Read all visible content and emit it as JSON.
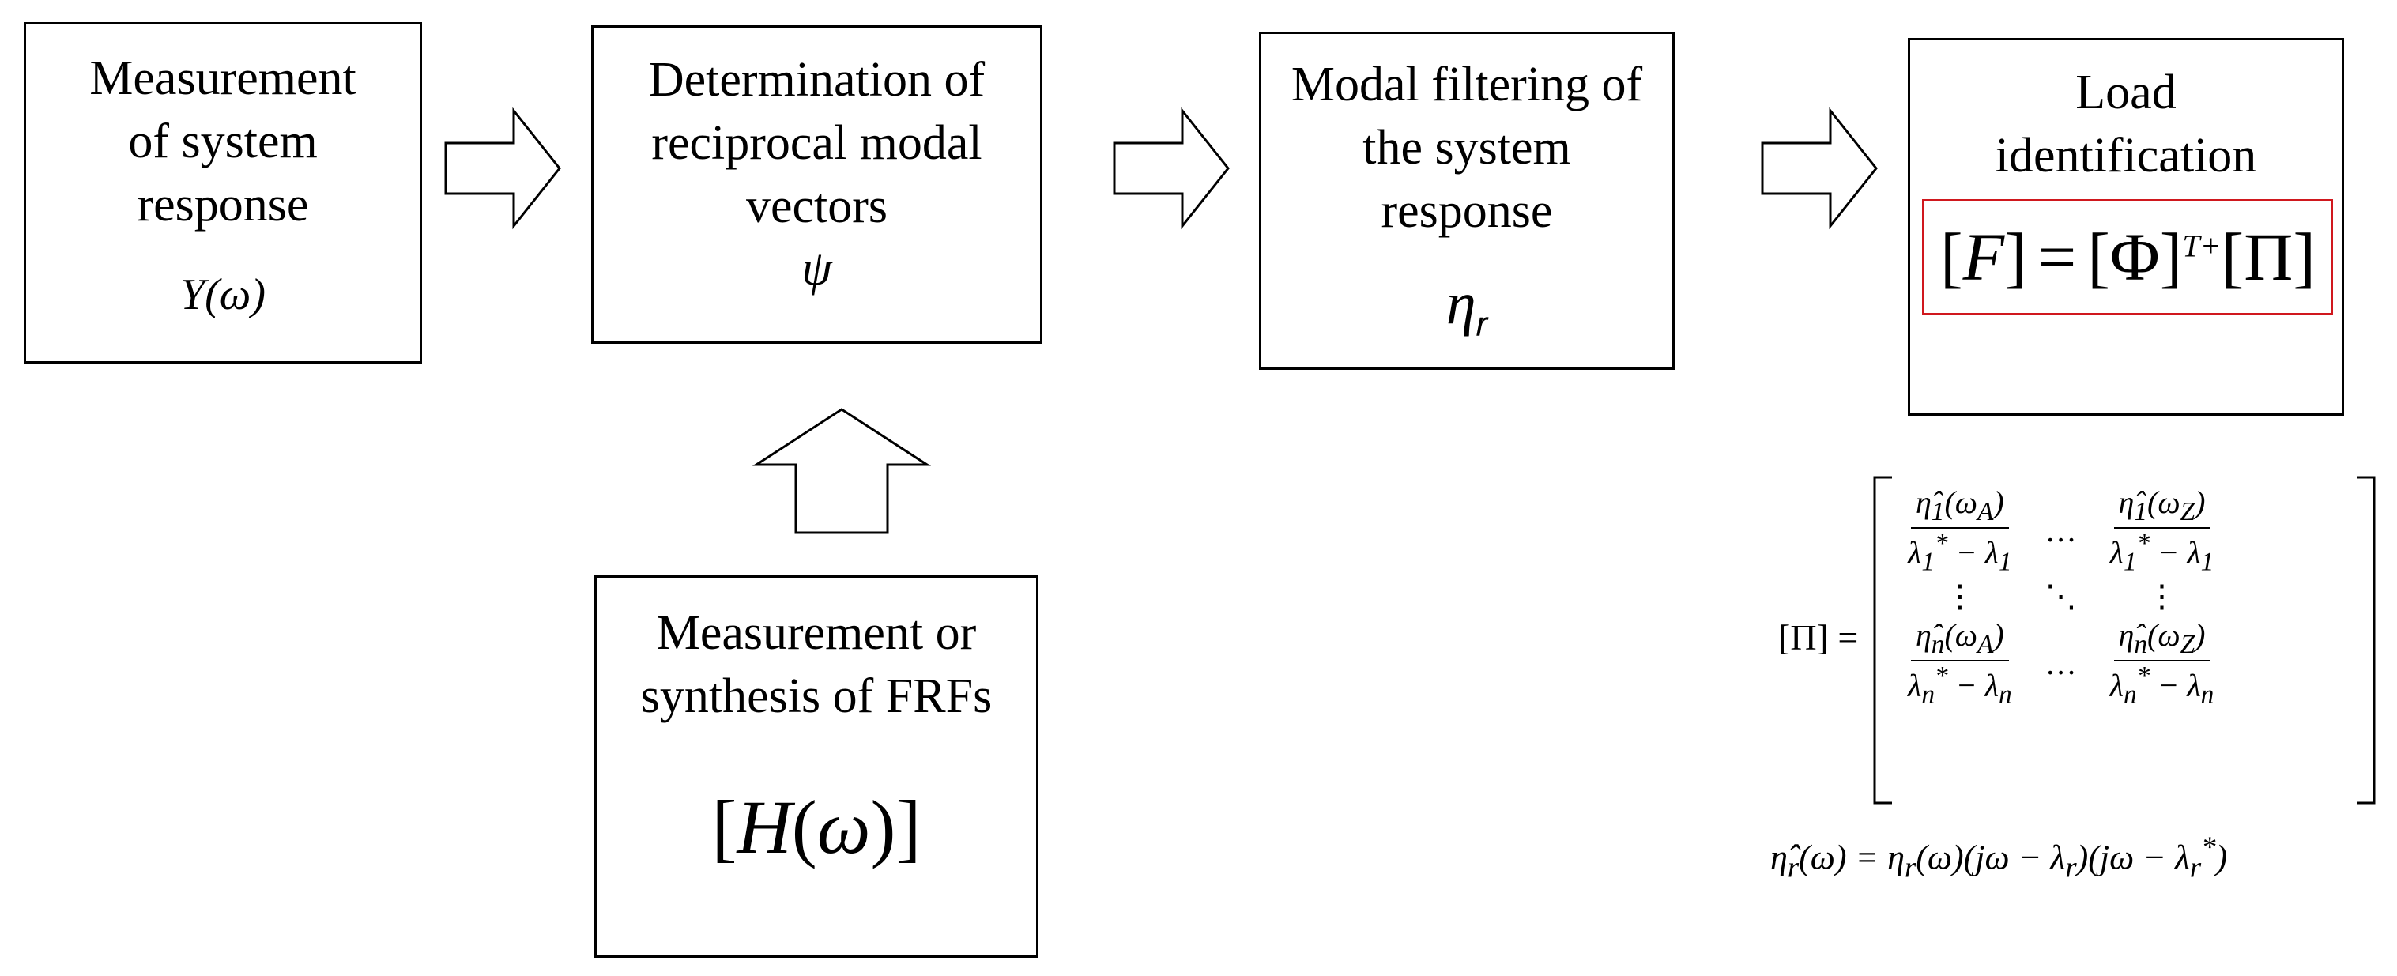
{
  "boxes": {
    "measurement": {
      "title": [
        "Measurement",
        "of system",
        "response"
      ],
      "symbol": "Y(ω)"
    },
    "reciprocal": {
      "title": [
        "Determination of",
        "reciprocal modal",
        "vectors"
      ],
      "symbol": "ψ"
    },
    "filtering": {
      "title": [
        "Modal filtering of",
        "the system",
        "response"
      ],
      "symbol": "ηr"
    },
    "load": {
      "title": [
        "Load",
        "identification"
      ],
      "equation": "[F] = [Φ]T+[Π]"
    },
    "frf": {
      "title": [
        "Measurement or",
        "synthesis of FRFs"
      ],
      "symbol": "[H(ω)]"
    }
  },
  "equations": {
    "pi_label": "[Π] =",
    "matrix": {
      "row1": [
        "η̂1(ωA) / (λ1* − λ1)",
        "…",
        "η̂1(ωZ) / (λ1* − λ1)"
      ],
      "dots": [
        "⋮",
        "⋱",
        "⋮"
      ],
      "row2": [
        "η̂n(ωA) / (λn* − λn)",
        "…",
        "η̂n(ωZ) / (λn* − λn)"
      ]
    },
    "eta_hat": "η̂r(ω) = ηr(ω)(jω − λr)(jω − λr*)"
  },
  "colors": {
    "highlight": "#d0181e"
  }
}
